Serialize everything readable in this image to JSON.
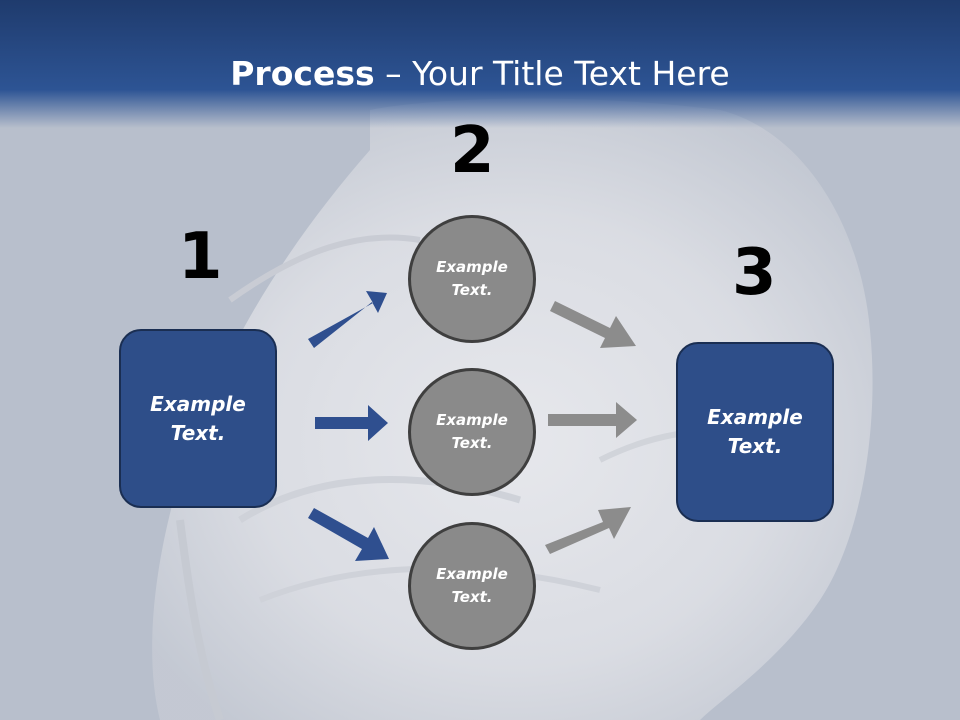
{
  "title": {
    "bold": "Process",
    "rest": " – Your Title Text Here"
  },
  "steps": [
    "1",
    "2",
    "3"
  ],
  "left_box": {
    "line1": "Example",
    "line2": "Text."
  },
  "right_box": {
    "line1": "Example",
    "line2": "Text."
  },
  "circles": [
    {
      "line1": "Example",
      "line2": "Text."
    },
    {
      "line1": "Example",
      "line2": "Text."
    },
    {
      "line1": "Example",
      "line2": "Text."
    }
  ],
  "colors": {
    "header": "#2d5494",
    "box": "#2e4e89",
    "blue_arrow": "#2f4f8f",
    "gray_arrow": "#8c8c8c",
    "circle": "#8a8a8a"
  }
}
